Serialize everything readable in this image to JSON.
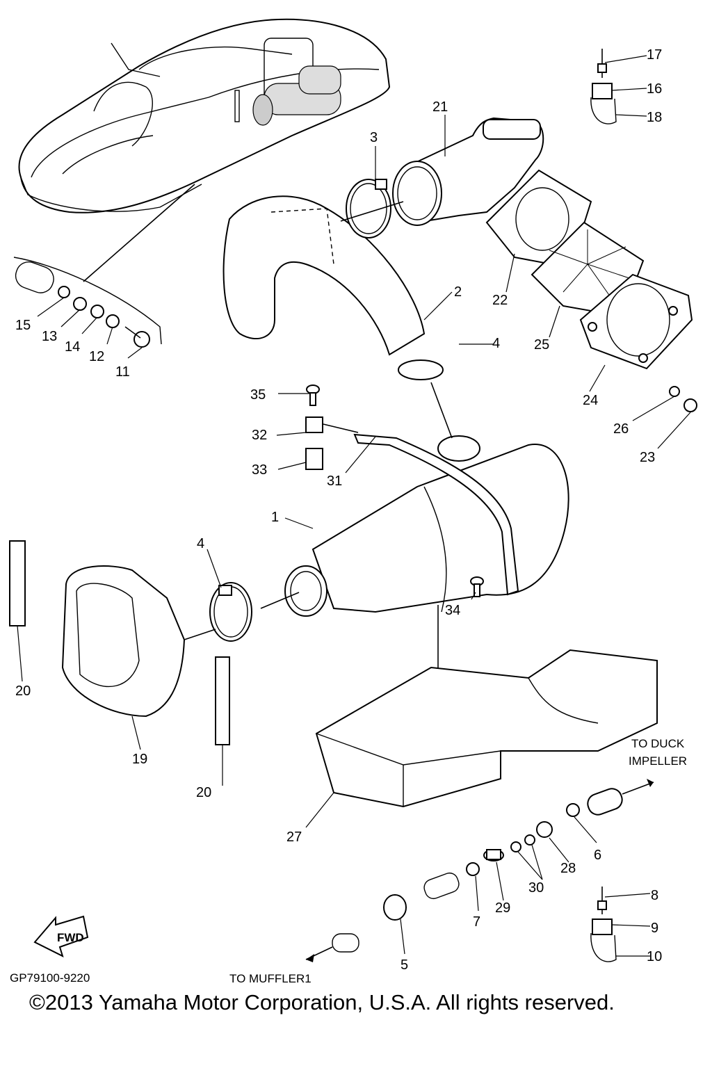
{
  "parts": [
    {
      "id": "p1",
      "label": "1"
    },
    {
      "id": "p2",
      "label": "2"
    },
    {
      "id": "p3",
      "label": "3"
    },
    {
      "id": "p4a",
      "label": "4"
    },
    {
      "id": "p4b",
      "label": "4"
    },
    {
      "id": "p5",
      "label": "5"
    },
    {
      "id": "p6",
      "label": "6"
    },
    {
      "id": "p7",
      "label": "7"
    },
    {
      "id": "p8",
      "label": "8"
    },
    {
      "id": "p9",
      "label": "9"
    },
    {
      "id": "p10",
      "label": "10"
    },
    {
      "id": "p11",
      "label": "11"
    },
    {
      "id": "p12",
      "label": "12"
    },
    {
      "id": "p13",
      "label": "13"
    },
    {
      "id": "p14",
      "label": "14"
    },
    {
      "id": "p15",
      "label": "15"
    },
    {
      "id": "p16",
      "label": "16"
    },
    {
      "id": "p17",
      "label": "17"
    },
    {
      "id": "p18",
      "label": "18"
    },
    {
      "id": "p19",
      "label": "19"
    },
    {
      "id": "p20a",
      "label": "20"
    },
    {
      "id": "p20b",
      "label": "20"
    },
    {
      "id": "p21",
      "label": "21"
    },
    {
      "id": "p22",
      "label": "22"
    },
    {
      "id": "p23",
      "label": "23"
    },
    {
      "id": "p24",
      "label": "24"
    },
    {
      "id": "p25",
      "label": "25"
    },
    {
      "id": "p26",
      "label": "26"
    },
    {
      "id": "p27",
      "label": "27"
    },
    {
      "id": "p28",
      "label": "28"
    },
    {
      "id": "p29",
      "label": "29"
    },
    {
      "id": "p30",
      "label": "30"
    },
    {
      "id": "p31",
      "label": "31"
    },
    {
      "id": "p32",
      "label": "32"
    },
    {
      "id": "p33",
      "label": "33"
    },
    {
      "id": "p34",
      "label": "34"
    },
    {
      "id": "p35",
      "label": "35"
    }
  ],
  "annotations": {
    "to_duck_line1": "TO DUCK",
    "to_duck_line2": "IMPELLER",
    "to_muffler": "TO MUFFLER1",
    "fwd": "FWD"
  },
  "diagram_code": "GP79100-9220",
  "copyright": "©2013 Yamaha Motor Corporation, U.S.A. All rights reserved."
}
